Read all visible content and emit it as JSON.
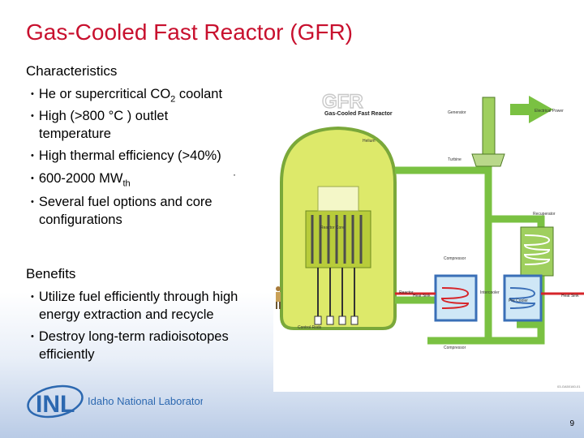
{
  "slide": {
    "title": "Gas-Cooled Fast Reactor (GFR)",
    "characteristics_heading": "Characteristics",
    "characteristics": [
      {
        "pre": "He or supercritical CO",
        "sub": "2",
        "post": " coolant"
      },
      {
        "line1": "High (>800 °C ) outlet",
        "line2": "temperature"
      },
      {
        "text": "High thermal efficiency (>40%)"
      },
      {
        "pre": "600-2000 MW",
        "sub": "th"
      },
      {
        "line1": "Several fuel options and core",
        "line2": "configurations"
      }
    ],
    "stray_mark": "·",
    "benefits_heading": "Benefits",
    "benefits": [
      {
        "line1": "Utilize fuel efficiently through high",
        "line2": "energy extraction and recycle"
      },
      {
        "line1": "Destroy long-term radioisotopes",
        "line2": "efficiently"
      }
    ],
    "page_number": "9"
  },
  "diagram": {
    "logo_text": "GFR",
    "subtitle": "Gas-Cooled Fast Reactor",
    "labels": {
      "generator": "Generator",
      "electrical_power": "Electrical Power",
      "helium": "Helium",
      "turbine": "Turbine",
      "recuperator": "Recuperator",
      "reactor_core": "Reactor Core",
      "compressor": "Compressor",
      "reactor": "Reactor",
      "heat_sink": "Heat Sink",
      "intercooler": "Intercooler",
      "pre_cooler": "Pre Cooler",
      "control_rods": "Control Rods",
      "fine_print": "03-GA50160-01"
    }
  },
  "logo": {
    "acronym": "INL",
    "name": "Idaho National Laboratory"
  },
  "colors": {
    "title": "#c8102e",
    "vessel_yellow": "#dde96a",
    "pipe_green": "#7ac142",
    "hot_red": "#d6252a",
    "cool_blue": "#3a6fb7",
    "logo_blue": "#2c68b0"
  }
}
